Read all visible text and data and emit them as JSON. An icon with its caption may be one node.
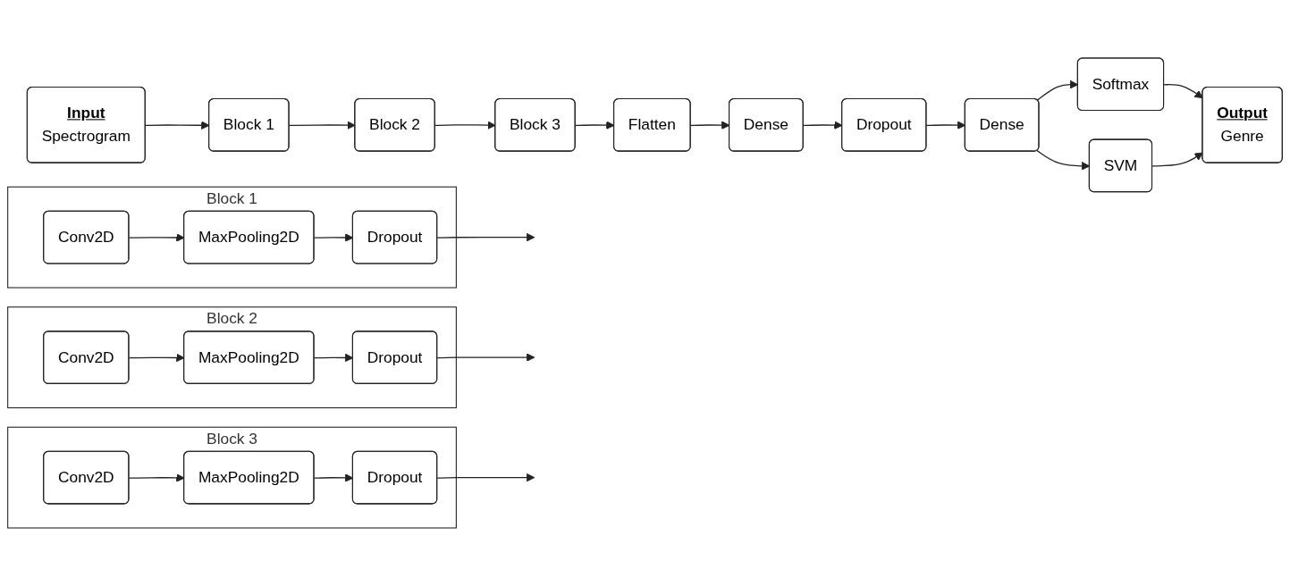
{
  "diagram": {
    "nodes": [
      {
        "text": [
          "Input",
          "Spectrogram"
        ]
      },
      {
        "text": [
          "Block 1"
        ]
      },
      {
        "text": [
          "Block 2"
        ]
      },
      {
        "text": [
          "Block 3"
        ]
      },
      {
        "text": [
          "Flatten"
        ]
      },
      {
        "text": [
          "Dense"
        ]
      },
      {
        "text": [
          "Dropout"
        ]
      },
      {
        "text": [
          "Dense"
        ]
      },
      {
        "text": [
          "Softmax"
        ]
      },
      {
        "text": [
          "SVM"
        ]
      },
      {
        "text": [
          "Output",
          "Genre"
        ]
      },
      {
        "text": [
          "Block 1"
        ]
      },
      {
        "text": [
          "Conv2D"
        ],
        "in": 11
      },
      {
        "text": [
          "MaxPooling2D"
        ],
        "in": 11
      },
      {
        "text": [
          "Dropout"
        ],
        "in": 11
      },
      {
        "text": [
          "Block 2"
        ]
      },
      {
        "text": [
          "Conv2D"
        ],
        "in": 15
      },
      {
        "text": [
          "MaxPooling2D"
        ],
        "in": 15
      },
      {
        "text": [
          "Dropout"
        ],
        "in": 15
      },
      {
        "text": [
          "Block 3"
        ]
      },
      {
        "text": [
          "Conv2D"
        ],
        "in": 19
      },
      {
        "text": [
          "MaxPooling2D"
        ],
        "in": 19
      },
      {
        "text": [
          "Dropout"
        ],
        "in": 19
      }
    ],
    "edges": [
      {
        "from": 0,
        "to": 1,
        "arrow": "to"
      },
      {
        "from": 1,
        "to": 2,
        "arrow": "to"
      },
      {
        "from": 2,
        "to": 3,
        "arrow": "to"
      },
      {
        "from": 3,
        "to": 4,
        "arrow": "to"
      },
      {
        "from": 4,
        "to": 5,
        "arrow": "to"
      },
      {
        "from": 5,
        "to": 6,
        "arrow": "to"
      },
      {
        "from": 6,
        "to": 7,
        "arrow": "to"
      },
      {
        "from": 7,
        "to": 8,
        "arrow": "to"
      },
      {
        "from": 7,
        "to": 9,
        "arrow": "to"
      },
      {
        "from": 8,
        "to": 10,
        "arrow": "to"
      },
      {
        "from": 9,
        "to": 10,
        "arrow": "to"
      },
      {
        "from": 12,
        "to": 13,
        "arrow": "to"
      },
      {
        "from": 13,
        "to": 14,
        "arrow": "to"
      },
      {
        "from": 14,
        "to": null,
        "arrow": "to"
      },
      {
        "from": 16,
        "to": 17,
        "arrow": "to"
      },
      {
        "from": 17,
        "to": 18,
        "arrow": "to"
      },
      {
        "from": 18,
        "to": null,
        "arrow": "to"
      },
      {
        "from": 20,
        "to": 21,
        "arrow": "to"
      },
      {
        "from": 21,
        "to": 22,
        "arrow": "to"
      },
      {
        "from": 22,
        "to": null,
        "arrow": "to"
      }
    ]
  }
}
